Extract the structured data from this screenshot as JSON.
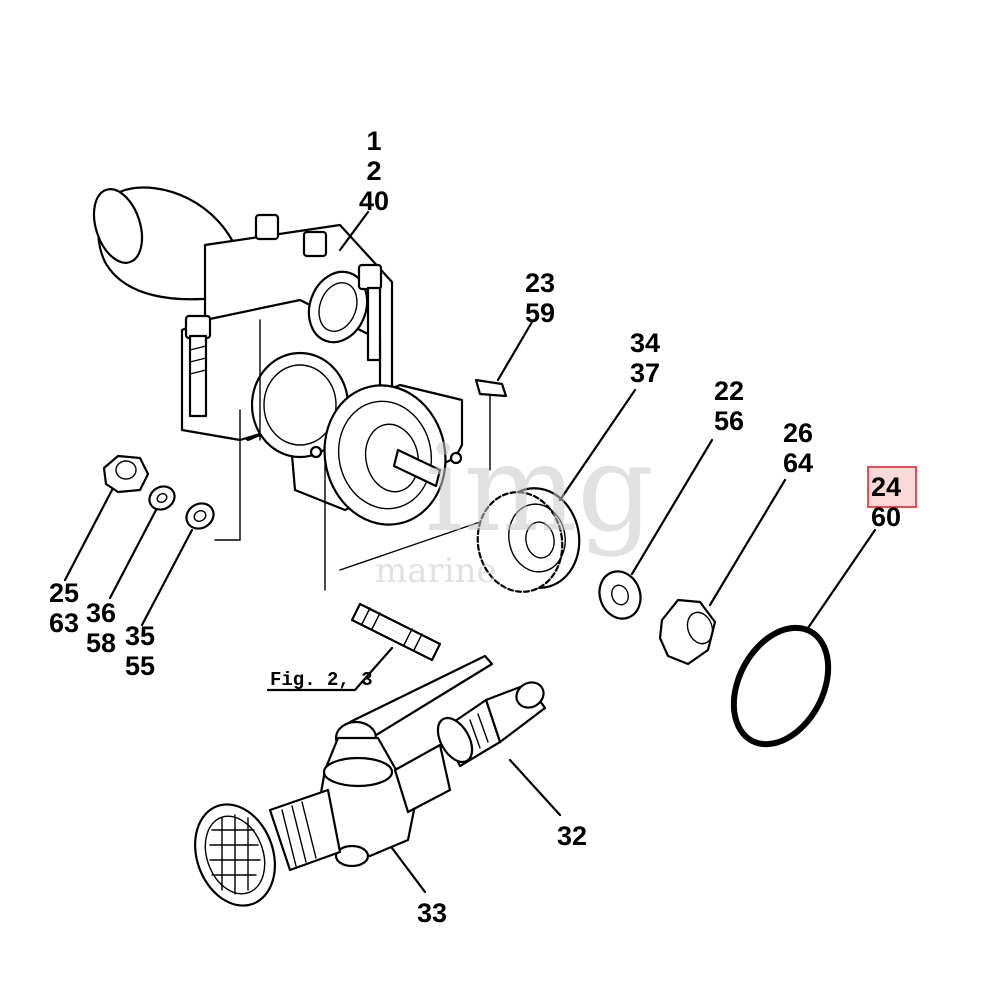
{
  "callouts": {
    "c1": {
      "lines": [
        "1",
        "2",
        "40"
      ]
    },
    "c23": {
      "lines": [
        "23",
        "59"
      ]
    },
    "c34": {
      "lines": [
        "34",
        "37"
      ]
    },
    "c22": {
      "lines": [
        "22",
        "56"
      ]
    },
    "c26": {
      "lines": [
        "26",
        "64"
      ]
    },
    "c24": {
      "lines": [
        "24",
        "60"
      ],
      "highlighted": true
    },
    "c25": {
      "lines": [
        "25",
        "63"
      ]
    },
    "c36": {
      "lines": [
        "36",
        "58"
      ]
    },
    "c35": {
      "lines": [
        "35",
        "55"
      ]
    },
    "c32": {
      "lines": [
        "32"
      ]
    },
    "c33": {
      "lines": [
        "33"
      ]
    }
  },
  "figure_ref": "Fig. 2, 3",
  "watermark": {
    "main": "img",
    "sub": "marine"
  },
  "colors": {
    "line": "#000000",
    "highlight_border": "#e05050",
    "highlight_fill": "#fbd9d9"
  }
}
